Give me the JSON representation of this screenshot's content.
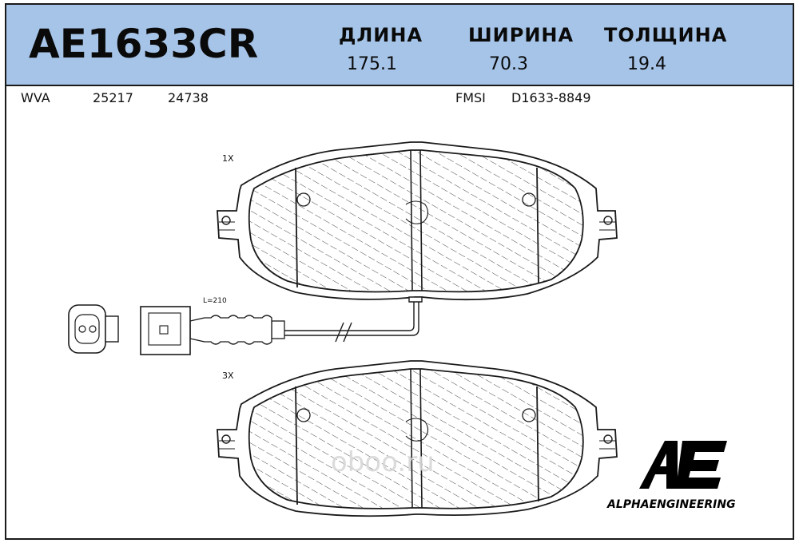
{
  "header": {
    "part_number": "AE1633CR",
    "dimensions": [
      {
        "label": "ДЛИНА",
        "value": "175.1"
      },
      {
        "label": "ШИРИНА",
        "value": "70.3"
      },
      {
        "label": "ТОЛЩИНА",
        "value": "19.4"
      }
    ]
  },
  "references": {
    "wva_label": "WVA",
    "wva_numbers": [
      "25217",
      "24738"
    ],
    "fmsi_label": "FMSI",
    "fmsi_number": "D1633-8849"
  },
  "drawing": {
    "top_pad_quantity": "1X",
    "bottom_pad_quantity": "3X",
    "sensor_length": "L=210",
    "watermark": "oboo.ru"
  },
  "brand": {
    "logo_letters": "AE",
    "name": "ALPHAENGINEERING",
    "logo_color": "#000000"
  },
  "colors": {
    "header_bg": "#a6c4e8",
    "line": "#1a1a1a"
  }
}
